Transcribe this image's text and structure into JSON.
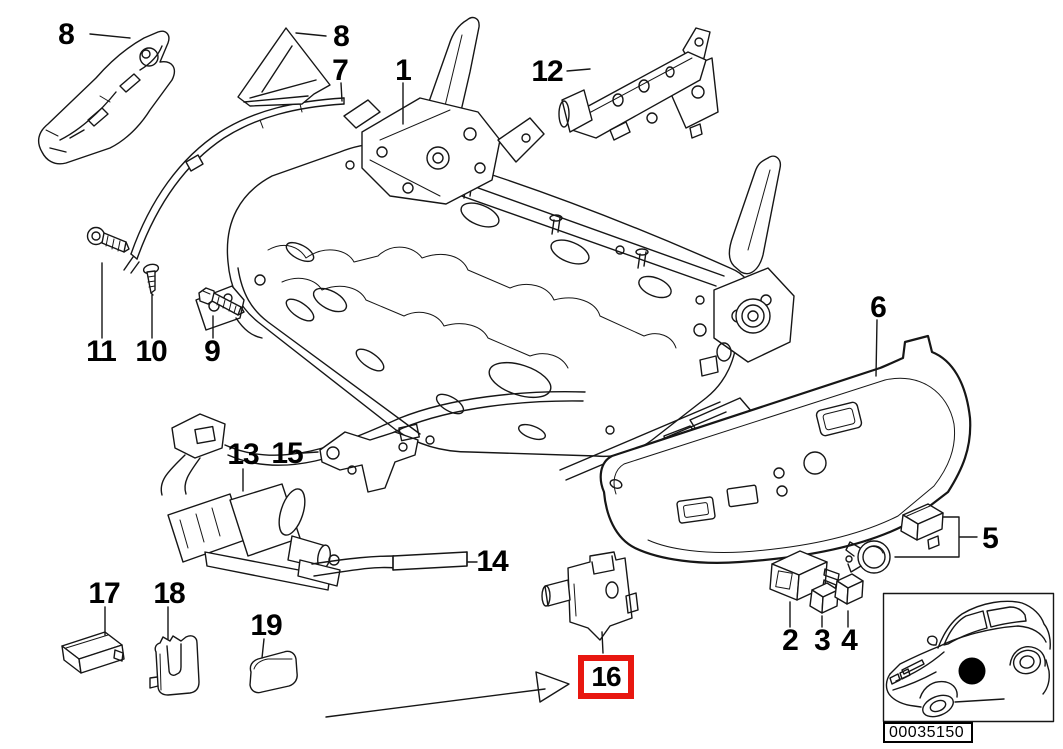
{
  "document": {
    "type": "exploded-parts-diagram",
    "subject": "front seat frame and trim parts",
    "background_color": "#ffffff",
    "line_color": "#161616"
  },
  "labels": [
    {
      "id": "8-left",
      "text": "8"
    },
    {
      "id": "8-right",
      "text": "8"
    },
    {
      "id": "7",
      "text": "7"
    },
    {
      "id": "1",
      "text": "1"
    },
    {
      "id": "12",
      "text": "12"
    },
    {
      "id": "6",
      "text": "6"
    },
    {
      "id": "11",
      "text": "11"
    },
    {
      "id": "10",
      "text": "10"
    },
    {
      "id": "9",
      "text": "9"
    },
    {
      "id": "13",
      "text": "13"
    },
    {
      "id": "15",
      "text": "15"
    },
    {
      "id": "14",
      "text": "14"
    },
    {
      "id": "5",
      "text": "5"
    },
    {
      "id": "2",
      "text": "2"
    },
    {
      "id": "3",
      "text": "3"
    },
    {
      "id": "4",
      "text": "4"
    },
    {
      "id": "17",
      "text": "17"
    },
    {
      "id": "18",
      "text": "18"
    },
    {
      "id": "19",
      "text": "19"
    },
    {
      "id": "16",
      "text": "16"
    }
  ],
  "highlight": {
    "color": "#e81710",
    "target_label": "16",
    "style": "red box around label 16 with red arrow pointing to it"
  },
  "inset": {
    "code": "00035150",
    "marker": "black dot on car front seat location"
  }
}
